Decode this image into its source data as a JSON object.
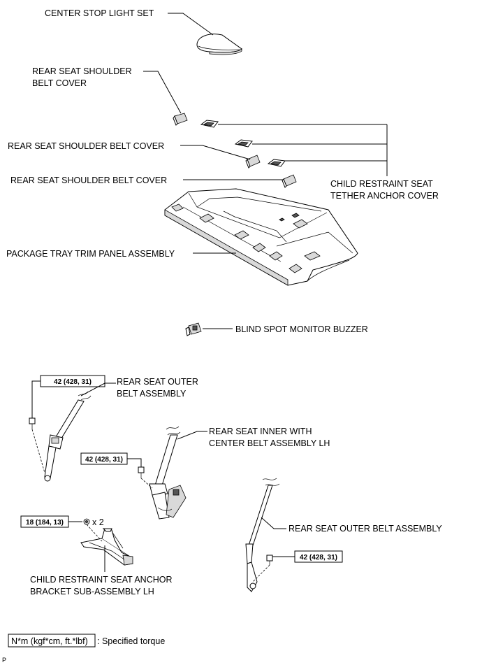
{
  "labels": {
    "center_stop_light": "CENTER STOP LIGHT SET",
    "shoulder_cover_1_line1": "REAR SEAT SHOULDER",
    "shoulder_cover_1_line2": "BELT COVER",
    "shoulder_cover_2": "REAR SEAT SHOULDER BELT COVER",
    "shoulder_cover_3": "REAR SEAT SHOULDER BELT COVER",
    "tether_cover_line1": "CHILD RESTRAINT SEAT",
    "tether_cover_line2": "TETHER ANCHOR COVER",
    "package_tray": "PACKAGE TRAY TRIM PANEL ASSEMBLY",
    "buzzer": "BLIND SPOT MONITOR BUZZER",
    "outer_belt_left_line1": "REAR SEAT OUTER",
    "outer_belt_left_line2": "BELT ASSEMBLY",
    "inner_belt_line1": "REAR SEAT INNER WITH",
    "inner_belt_line2": "CENTER BELT ASSEMBLY LH",
    "anchor_bracket_line1": "CHILD RESTRAINT SEAT ANCHOR",
    "anchor_bracket_line2": "BRACKET SUB-ASSEMBLY LH",
    "outer_belt_right": "REAR SEAT OUTER BELT ASSEMBLY"
  },
  "torques": {
    "outer_left": "42 (428, 31)",
    "inner": "42 (428, 31)",
    "anchor": "18 (184, 13)",
    "anchor_qty": "x 2",
    "outer_right": "42 (428, 31)"
  },
  "legend": {
    "unit": "N*m (kgf*cm, ft.*lbf)",
    "text": ": Specified torque"
  },
  "corner_mark": "P"
}
